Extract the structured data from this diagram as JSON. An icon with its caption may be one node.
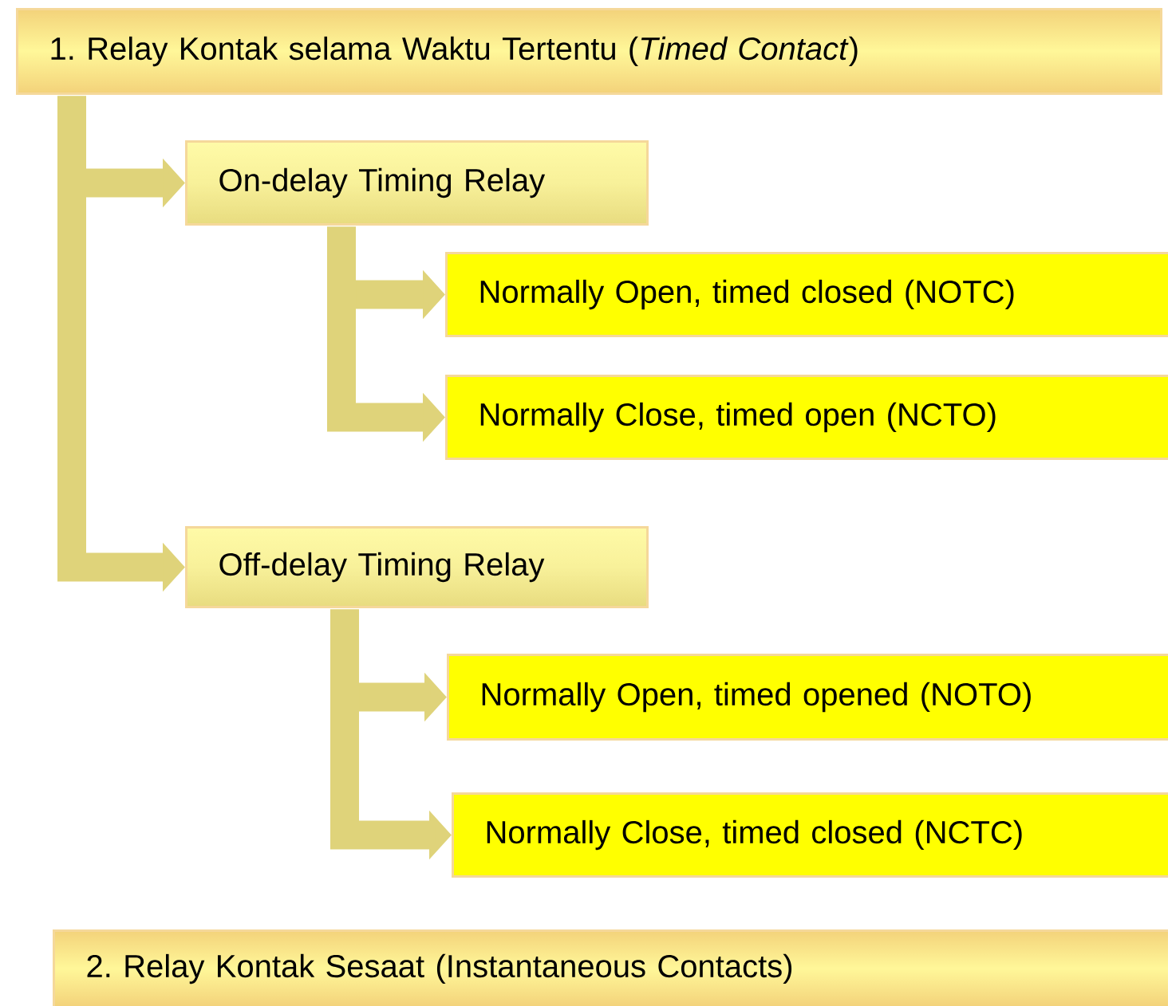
{
  "diagram": {
    "nodes": [
      {
        "text": [
          "1. Relay Kontak selama Waktu Tertentu (*Timed Contact*)"
        ]
      },
      {
        "text": [
          "On-delay Timing Relay"
        ]
      },
      {
        "text": [
          "Normally Open, timed closed (NOTC)"
        ]
      },
      {
        "text": [
          "Normally Close, timed open (NCTO)"
        ]
      },
      {
        "text": [
          "Off-delay Timing Relay"
        ]
      },
      {
        "text": [
          "Normally Open, timed opened (NOTO)"
        ]
      },
      {
        "text": [
          "Normally Close, timed closed (NCTC)"
        ]
      },
      {
        "text": [
          "2. Relay Kontak Sesaat (Instantaneous Contacts)"
        ]
      }
    ],
    "edges": [
      {
        "from": 0,
        "to": 1,
        "arrow": "to"
      },
      {
        "from": 0,
        "to": 4,
        "arrow": "to"
      },
      {
        "from": 1,
        "to": 2,
        "arrow": "to"
      },
      {
        "from": 1,
        "to": 3,
        "arrow": "to"
      },
      {
        "from": 4,
        "to": 5,
        "arrow": "to"
      },
      {
        "from": 4,
        "to": 6,
        "arrow": "to"
      }
    ]
  }
}
